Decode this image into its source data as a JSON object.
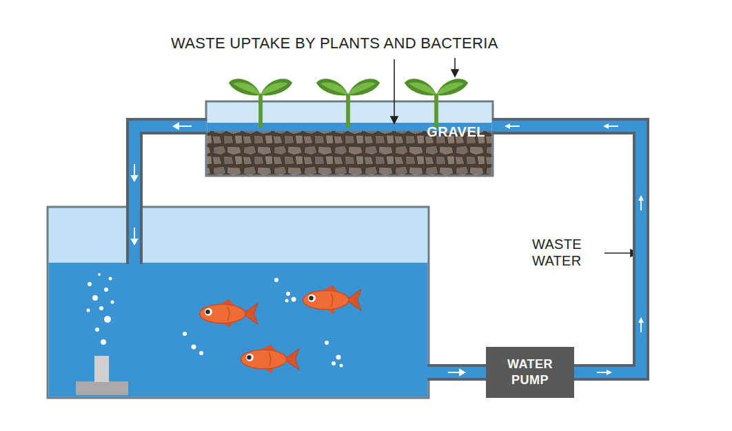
{
  "diagram": {
    "nodes": [
      {
        "text": [
          "GRAVEL"
        ]
      },
      {
        "text": [
          "WATER PUMP"
        ]
      }
    ],
    "edges": [
      {
        "from": 1,
        "to": 0,
        "arrow": "to"
      }
    ],
    "labels": [
      "WASTE UPTAKE BY PLANTS AND BACTERIA",
      "WASTE WATER"
    ]
  }
}
